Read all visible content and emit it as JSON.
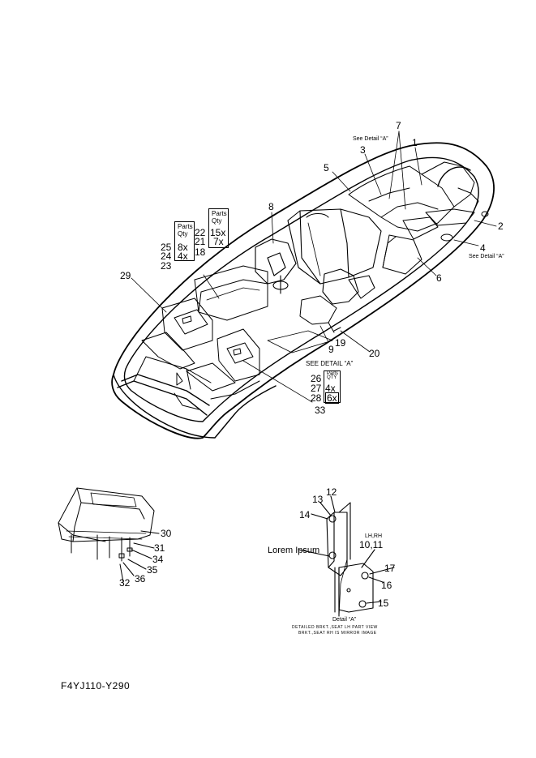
{
  "callouts": {
    "c1": "1",
    "c2": "2",
    "c3": "3",
    "c4": "4",
    "c5": "5",
    "c6": "6",
    "c7": "7",
    "c8": "8",
    "c9": "9",
    "c10_11": "10,11",
    "c12": "12",
    "c13": "13",
    "c14": "14",
    "c15": "15",
    "c16": "16",
    "c17": "17",
    "c18": "18",
    "c19": "19",
    "c20": "20",
    "c21": "21",
    "c22": "22",
    "c23": "23",
    "c24": "24",
    "c25": "25",
    "c26": "26",
    "c27": "27",
    "c28": "28",
    "c29": "29",
    "c30": "30",
    "c31": "31",
    "c32": "32",
    "c33": "33",
    "c34": "34",
    "c35": "35",
    "c36": "36"
  },
  "notes": {
    "see_detail_top": "See Detail “A”",
    "see_detail_right": "See Detail “A”",
    "see_detail_mid": "SEE DETAIL “A”",
    "lh_rh": "LH,RH",
    "lorem": "Lorem Ipsum",
    "detail_title": "Detail “A”",
    "detail_line1": "DETAILED BRKT.,SEAT LH PART VIEW",
    "detail_line2": "BRKT.,SEAT RH IS MIRROR IMAGE"
  },
  "qty_tables": {
    "left": {
      "head1": "Parts",
      "head2": "Qty",
      "v1": "8x",
      "v2": "4x"
    },
    "right": {
      "head1": "Parts",
      "head2": "Qty",
      "v1": "15x",
      "v2": "7x"
    },
    "bottom": {
      "head1": "Parts",
      "head2": "QTY",
      "v1": "4x",
      "v2": "6x"
    }
  },
  "diagram_code": "F4YJ110-Y290"
}
